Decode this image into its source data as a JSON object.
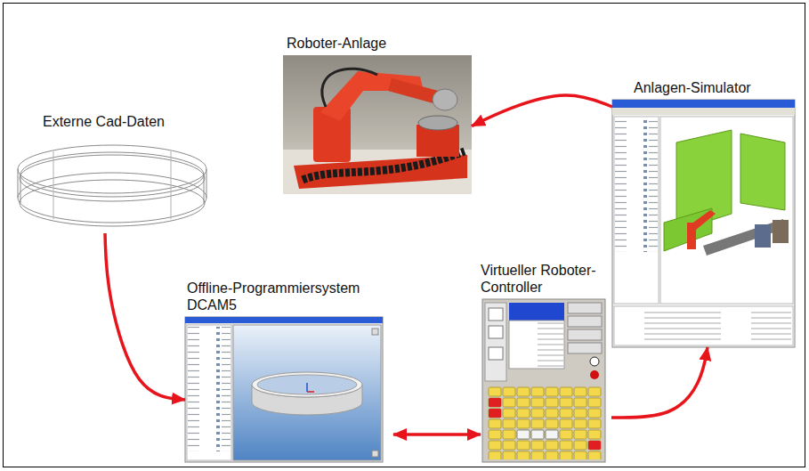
{
  "diagram": {
    "nodes": [
      {
        "text": [
          "Roboter-Anlage"
        ]
      },
      {
        "text": [
          "Anlagen-Simulator"
        ]
      },
      {
        "text": [
          "Externe Cad-Daten"
        ]
      },
      {
        "text": [
          "Virtueller Roboter-Controller"
        ]
      },
      {
        "text": [
          "Offline-Programmiersystem DCAM5"
        ]
      }
    ],
    "edges": [
      {
        "from": 2,
        "to": 4,
        "arrow": "to"
      },
      {
        "from": 4,
        "to": 3,
        "arrow": "both"
      },
      {
        "from": 3,
        "to": 1,
        "arrow": "to"
      },
      {
        "from": 1,
        "to": 0,
        "arrow": "to"
      }
    ]
  }
}
